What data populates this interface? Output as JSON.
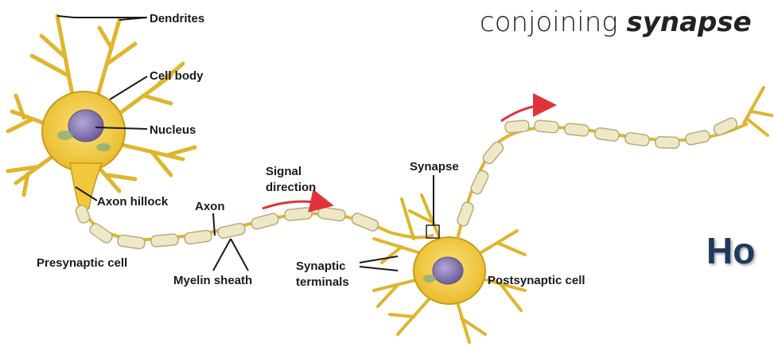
{
  "heading": {
    "prefix": "conjoining ",
    "emphasis": "synapse"
  },
  "big_title": "Ho",
  "labels": {
    "dendrites": "Dendrites",
    "cell_body": "Cell body",
    "nucleus": "Nucleus",
    "axon_hillock": "Axon hillock",
    "axon": "Axon",
    "signal_direction_line1": "Signal",
    "signal_direction_line2": "direction",
    "synapse": "Synapse",
    "presynaptic_cell": "Presynaptic cell",
    "myelin_sheath": "Myelin sheath",
    "synaptic_terminals_line1": "Synaptic",
    "synaptic_terminals_line2": "terminals",
    "postsynaptic_cell": "Postsynaptic cell"
  },
  "colors": {
    "cell": "#f2cf3c",
    "cell_outline": "#c99a1a",
    "nucleus": "#8a7fb5",
    "myelin": "#efe8c8",
    "arrow": "#e0333a",
    "title": "#1f3a5f"
  }
}
